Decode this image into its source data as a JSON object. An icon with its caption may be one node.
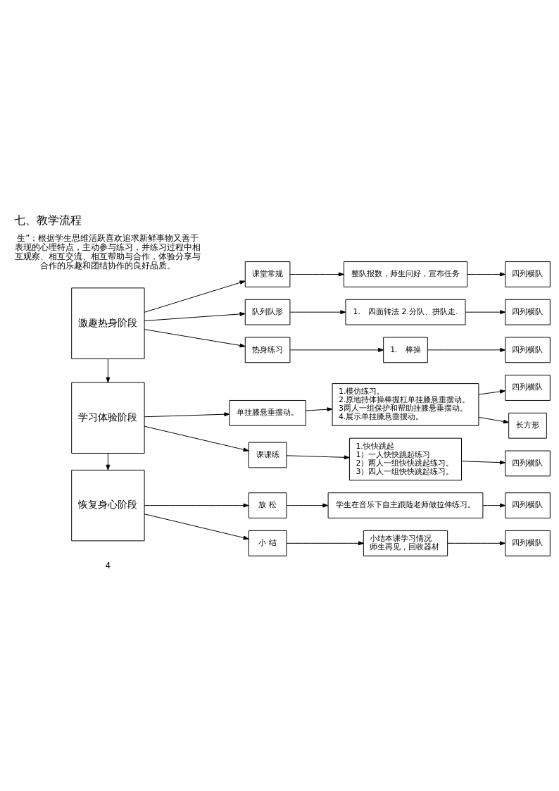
{
  "diagram": {
    "title": "七、教学流程",
    "nodes": [
      {
        "text": [
          "激趣热身阶段"
        ]
      },
      {
        "text": [
          "课堂常规"
        ]
      },
      {
        "text": [
          "整队报数，师生问好，宣布任务"
        ]
      },
      {
        "text": [
          "四列横队"
        ]
      },
      {
        "text": [
          "队列队形"
        ]
      },
      {
        "text": [
          "1.　四面转法 2.分队、拼队走."
        ]
      },
      {
        "text": [
          "四列横队"
        ]
      },
      {
        "text": [
          "热身练习"
        ]
      },
      {
        "text": [
          "1.　棒操"
        ]
      },
      {
        "text": [
          "四列横队"
        ]
      },
      {
        "text": [
          "学习体验阶段"
        ]
      },
      {
        "text": [
          "单挂膝悬垂摆动。"
        ]
      },
      {
        "text": [
          "1.模仿练习。",
          "2.原地持体操棒握杠单挂膝悬垂摆动。",
          "3两人一组保护和帮助挂膝悬垂摆动。",
          "4.展示单挂膝悬垂摆动。"
        ]
      },
      {
        "text": [
          "四列横队"
        ]
      },
      {
        "text": [
          "长方形"
        ]
      },
      {
        "text": [
          "课课练"
        ]
      },
      {
        "text": [
          "1.快快跳起",
          "1）一人快快跳起练习",
          "2）两人一组快快跳起练习。",
          "3）四人一组快快跳起练习。"
        ]
      },
      {
        "text": [
          "四列横队"
        ]
      },
      {
        "text": [
          "恢复身心阶段"
        ]
      },
      {
        "text": [
          "放 松"
        ]
      },
      {
        "text": [
          "学生在音乐下自主跟随老师做拉伸练习。"
        ]
      },
      {
        "text": [
          "四列横队"
        ]
      },
      {
        "text": [
          "小 结"
        ]
      },
      {
        "text": [
          "小结本课学习情况",
          "师生再见，回收器材"
        ]
      },
      {
        "text": [
          "四列横队"
        ]
      }
    ],
    "edges": [
      {
        "from": 0,
        "to": 1,
        "arrow": "to"
      },
      {
        "from": 1,
        "to": 2,
        "arrow": "to"
      },
      {
        "from": 2,
        "to": 3,
        "arrow": "to"
      },
      {
        "from": 0,
        "to": 4,
        "arrow": "to"
      },
      {
        "from": 4,
        "to": 5,
        "arrow": "to"
      },
      {
        "from": 5,
        "to": 6,
        "arrow": "to"
      },
      {
        "from": 0,
        "to": 7,
        "arrow": "to"
      },
      {
        "from": 7,
        "to": 8,
        "arrow": "to"
      },
      {
        "from": 8,
        "to": 9,
        "arrow": "to"
      },
      {
        "from": 0,
        "to": 10,
        "arrow": "to"
      },
      {
        "from": 10,
        "to": 11,
        "arrow": "to"
      },
      {
        "from": 11,
        "to": 12,
        "arrow": "to"
      },
      {
        "from": 12,
        "to": 13,
        "arrow": "to"
      },
      {
        "from": 12,
        "to": 14,
        "arrow": "to"
      },
      {
        "from": 10,
        "to": 15,
        "arrow": "to"
      },
      {
        "from": 15,
        "to": 16,
        "arrow": "to"
      },
      {
        "from": 16,
        "to": 17,
        "arrow": "to"
      },
      {
        "from": 10,
        "to": 18,
        "arrow": "to"
      },
      {
        "from": 18,
        "to": 19,
        "arrow": "to"
      },
      {
        "from": 19,
        "to": 20,
        "arrow": "to"
      },
      {
        "from": 20,
        "to": 21,
        "arrow": "to"
      },
      {
        "from": 18,
        "to": 22,
        "arrow": "to"
      },
      {
        "from": 22,
        "to": 23,
        "arrow": "to"
      },
      {
        "from": 23,
        "to": 24,
        "arrow": "to"
      }
    ],
    "labels": [
      "生”；根据学生思维活跃喜欢追求新鲜事物又善于表现的心理特点，主动参与练习，并练习过程中相互观察、相互交流、相互帮助与合作，体验分享与合作的乐趣和团结协作的良好品质。",
      "4"
    ]
  }
}
